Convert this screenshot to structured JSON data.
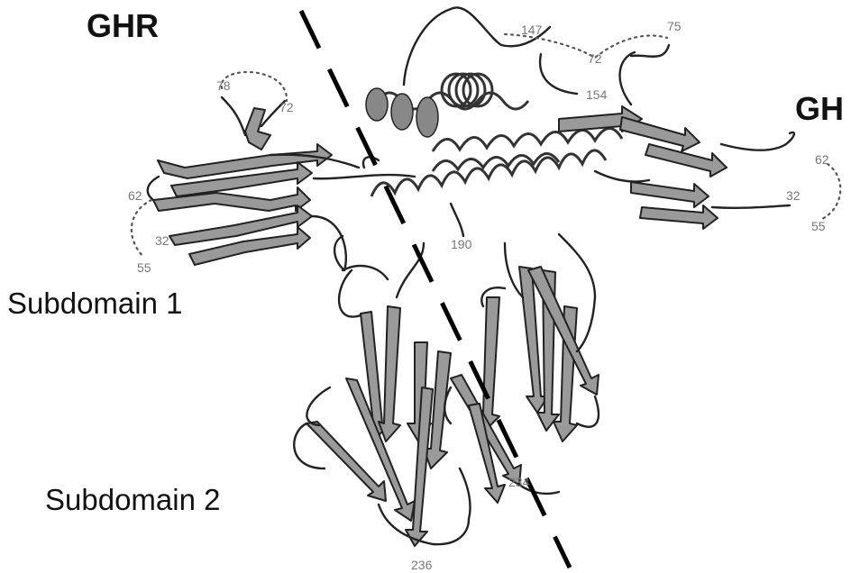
{
  "labels": {
    "ghr": "GHR",
    "gh": "GH",
    "subdomain1": "Subdomain 1",
    "subdomain2": "Subdomain 2"
  },
  "residues": {
    "r147": "147",
    "r75": "75",
    "r72_gh": "72",
    "r154": "154",
    "r78": "78",
    "r72_ghr": "72",
    "r62_ghr": "62",
    "r32_ghr": "32",
    "r55_ghr": "55",
    "r62_gh": "62",
    "r32_gh": "32",
    "r55_gh": "55",
    "r190": "190",
    "r234": "234",
    "r236": "236"
  },
  "colors": {
    "strand": "#9a9a9a",
    "outline": "#222222",
    "residue_text": "#777777",
    "divider": "#000000"
  }
}
